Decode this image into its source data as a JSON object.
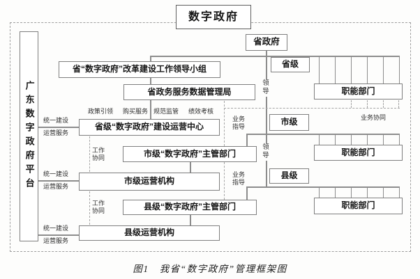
{
  "title": "数字政府",
  "platform_label": "广东数字政府平台",
  "org_boxes": {
    "provincial_gov": "省政府",
    "leading_group": "省“数字政府”改革建设工作领导小组",
    "data_bureau": "省政务服务数据管理局",
    "provincial_center": "省级“数字政府”建设运营中心",
    "city_dept": "市级“数字政府”主管部门",
    "city_agency": "市级运营机构",
    "county_dept": "县级“数字政府”主管部门",
    "county_agency": "县级运营机构",
    "functional_dept": "职能部门"
  },
  "level_labels": {
    "provincial": "省级",
    "city": "市级",
    "county": "县级"
  },
  "relation_labels": {
    "lead": "领导",
    "unified_construction": "统一建设",
    "operation_service": "运营服务",
    "work_coordination": "工作协同",
    "business_guidance": "业务指导",
    "business_collaboration": "业务协同",
    "policy_guidance": "政策引领",
    "purchase_service": "购买服务",
    "regulation": "规范监管",
    "performance_assessment": "绩效考核"
  },
  "caption": "图1　我省“数字政府”管理框架图"
}
